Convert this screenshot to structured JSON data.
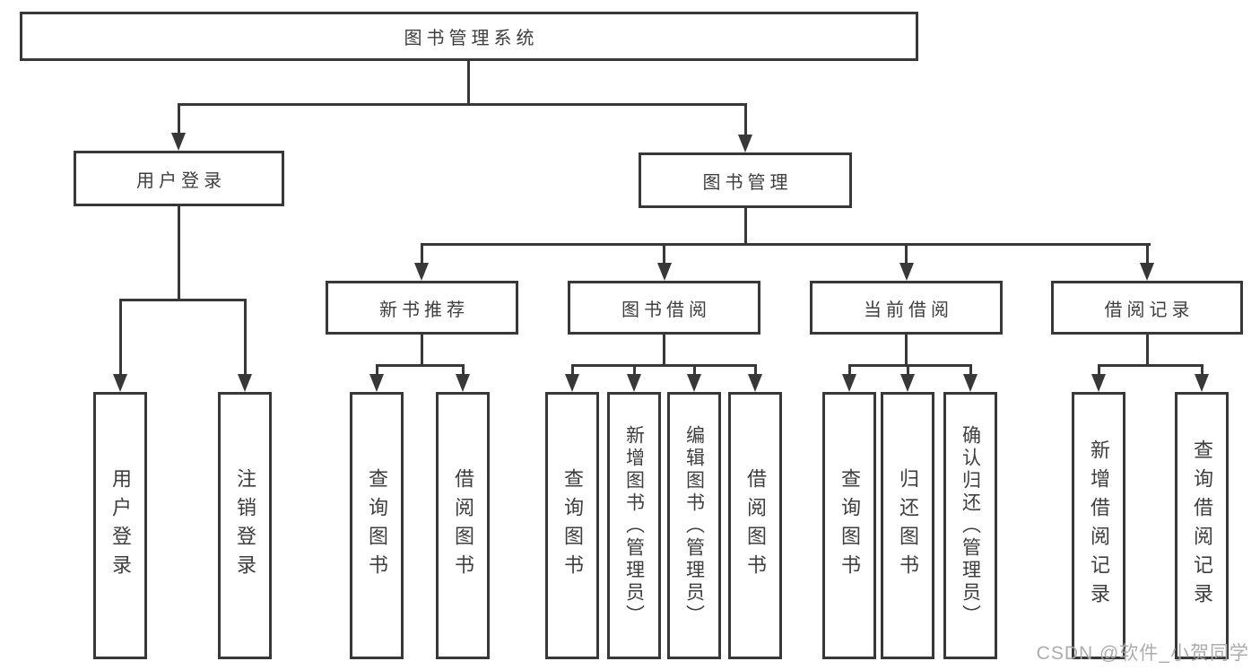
{
  "diagram": {
    "root": {
      "label": "图书管理系统"
    },
    "branches": [
      {
        "label": "用户登录",
        "children": [
          {
            "label": "用户登录"
          },
          {
            "label": "注销登录"
          }
        ]
      },
      {
        "label": "图书管理",
        "sections": [
          {
            "label": "新书推荐",
            "children": [
              {
                "label": "查询图书"
              },
              {
                "label": "借阅图书"
              }
            ]
          },
          {
            "label": "图书借阅",
            "children": [
              {
                "label": "查询图书"
              },
              {
                "label": "新增图书（管理员）"
              },
              {
                "label": "编辑图书（管理员）"
              },
              {
                "label": "借阅图书"
              }
            ]
          },
          {
            "label": "当前借阅",
            "children": [
              {
                "label": "查询图书"
              },
              {
                "label": "归还图书"
              },
              {
                "label": "确认归还（管理员）"
              }
            ]
          },
          {
            "label": "借阅记录",
            "children": [
              {
                "label": "新增借阅记录"
              },
              {
                "label": "查询借阅记录"
              }
            ]
          }
        ]
      }
    ]
  },
  "watermark": {
    "text": "CSDN @软件_小贺同学"
  },
  "colors": {
    "line": "#383838",
    "text": "#3e3e3e",
    "box_background": "#ffffff",
    "watermark": "#a8a8a8"
  }
}
